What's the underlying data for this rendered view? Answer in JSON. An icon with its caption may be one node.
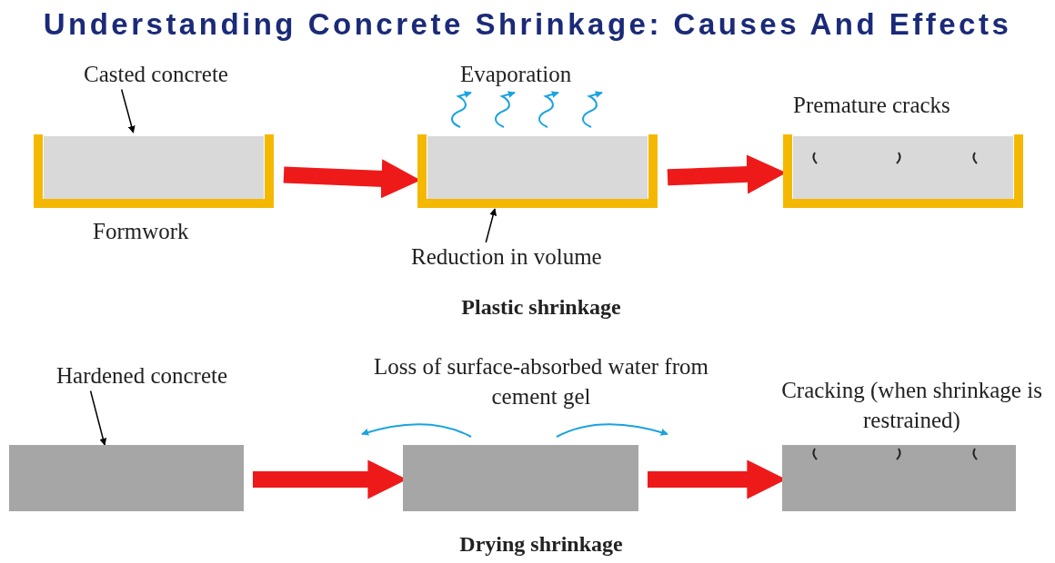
{
  "diagram": {
    "title": "Understanding Concrete Shrinkage: Causes And Effects",
    "nodes": [
      {
        "text": [
          "Casted concrete"
        ]
      },
      {
        "text": [],
        "shape": "box",
        "beside": [
          "Formwork"
        ]
      },
      {
        "text": [],
        "shape": "box",
        "beside": [
          "Evaporation"
        ]
      },
      {
        "text": [
          "Reduction in volume"
        ]
      },
      {
        "text": [],
        "shape": "picture",
        "beside": [
          "Premature cracks"
        ]
      },
      {
        "text": [
          "Hardened concrete"
        ]
      },
      {
        "text": [],
        "shape": "box"
      },
      {
        "text": [],
        "shape": "box",
        "beside": [
          "Loss of surface-absorbed water from cement gel"
        ]
      },
      {
        "text": [],
        "shape": "picture",
        "beside": [
          "Cracking (when shrinkage is restrained)"
        ]
      }
    ],
    "edges": [
      {
        "from": 0,
        "to": 1,
        "arrow": "to",
        "color": "#000000"
      },
      {
        "from": 1,
        "to": 2,
        "arrow": "to"
      },
      {
        "from": 3,
        "to": 2,
        "arrow": "to",
        "color": "#000000"
      },
      {
        "from": 2,
        "to": 4,
        "arrow": "to"
      },
      {
        "from": 5,
        "to": 6,
        "arrow": "to",
        "color": "#000000"
      },
      {
        "from": 6,
        "to": 7,
        "arrow": "to"
      },
      {
        "from": 7,
        "to": 8,
        "arrow": "to"
      }
    ],
    "labels": [
      "Plastic shrinkage",
      "Drying shrinkage"
    ]
  }
}
